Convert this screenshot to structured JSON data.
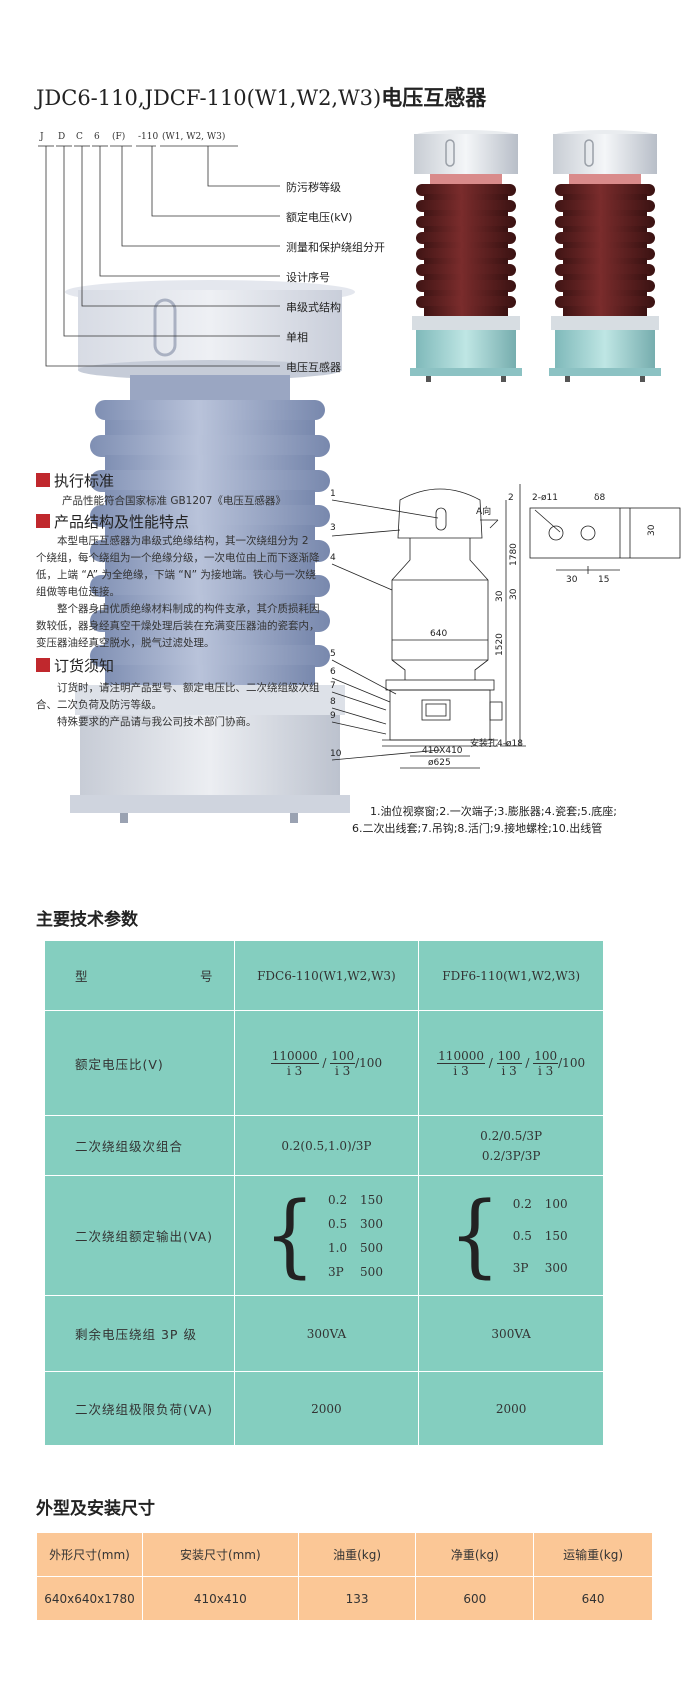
{
  "title": {
    "prefix": "JDC6-110,JDCF-110(W1,W2,W3)",
    "suffix": "电压互感器"
  },
  "model_code": {
    "parts": [
      "J",
      "D",
      "C",
      "6",
      "(F)",
      "-110",
      "(W1, W2, W3)"
    ],
    "legend": [
      "防污秽等级",
      "额定电压(kV)",
      "测量和保护绕组分开",
      "设计序号",
      "串级式结构",
      "单相",
      "电压互感器"
    ]
  },
  "sections": {
    "standard": {
      "heading": "执行标准",
      "text": "产品性能符合国家标准 GB1207《电压互感器》"
    },
    "structure": {
      "heading": "产品结构及性能特点",
      "p1": "本型电压互感器为串级式绝缘结构，其一次绕组分为 2 个绕组，每个绕组为一个绝缘分级，一次电位由上而下逐渐降低，上端 “A” 为全绝缘，下端 “N” 为接地端。铁心与一次绕组做等电位连接。",
      "p2": "整个器身由优质绝缘材料制成的构件支承，其介质损耗因数较低，器身经真空干燥处理后装在充满变压器油的瓷套内，变压器油经真空脱水，脱气过滤处理。"
    },
    "ordering": {
      "heading": "订货须知",
      "p1": "订货时，请注明产品型号、额定电压比、二次绕组级次组合、二次负荷及防污等级。",
      "p2": "特殊要求的产品请与我公司技术部门协商。"
    }
  },
  "drawing": {
    "numbers": [
      "1",
      "2",
      "3",
      "4",
      "5",
      "6",
      "7",
      "8",
      "9",
      "10"
    ],
    "dims": {
      "d640": "640",
      "d1780": "1780",
      "d1520": "1520",
      "d30a": "30",
      "d30b": "30",
      "d410": "410X410",
      "d625": "ø625",
      "mount": "安装孔4-ø18",
      "arrowA": "A向",
      "hole": "2-ø11",
      "thick": "δ8",
      "t30": "30",
      "b30": "30",
      "b15": "15"
    },
    "caption1": "1.油位视察窗;2.一次端子;3.膨胀器;4.瓷套;5.底座;",
    "caption2": "6.二次出线套;7.吊钩;8.活门;9.接地螺栓;10.出线管"
  },
  "spec_heading": "主要技术参数",
  "spec": {
    "row_type": {
      "label_a": "型",
      "label_b": "号",
      "c1": "FDC6-110(W1,W2,W3)",
      "c2": "FDF6-110(W1,W2,W3)"
    },
    "row_ratio": {
      "label": "额定电压比(V)",
      "num1": "110000",
      "den": "i 3",
      "num2": "100",
      "tail": "/100"
    },
    "row_combo": {
      "label": "二次绕组级次组合",
      "c1": "0.2(0.5,1.0)/3P",
      "c2a": "0.2/0.5/3P",
      "c2b": "0.2/3P/3P"
    },
    "row_output": {
      "label": "二次绕组额定输出(VA)",
      "c1": [
        [
          "0.2",
          "150"
        ],
        [
          "0.5",
          "300"
        ],
        [
          "1.0",
          "500"
        ],
        [
          "3P",
          "500"
        ]
      ],
      "c2": [
        [
          "0.2",
          "100"
        ],
        [
          "0.5",
          "150"
        ],
        [
          "3P",
          "300"
        ]
      ]
    },
    "row_residual": {
      "label": "剩余电压绕组 3P 级",
      "c1": "300VA",
      "c2": "300VA"
    },
    "row_limit": {
      "label": "二次绕组极限负荷(VA)",
      "c1": "2000",
      "c2": "2000"
    }
  },
  "dim_heading": "外型及安装尺寸",
  "dim": {
    "headers": [
      "外形尺寸(mm)",
      "安装尺寸(mm)",
      "油重(kg)",
      "净重(kg)",
      "运输重(kg)"
    ],
    "values": [
      "640x640x1780",
      "410x410",
      "133",
      "600",
      "640"
    ]
  },
  "colors": {
    "teal": "#84cebf",
    "orange": "#fbc796",
    "red": "#c0282d",
    "brown": "#6b2626"
  }
}
